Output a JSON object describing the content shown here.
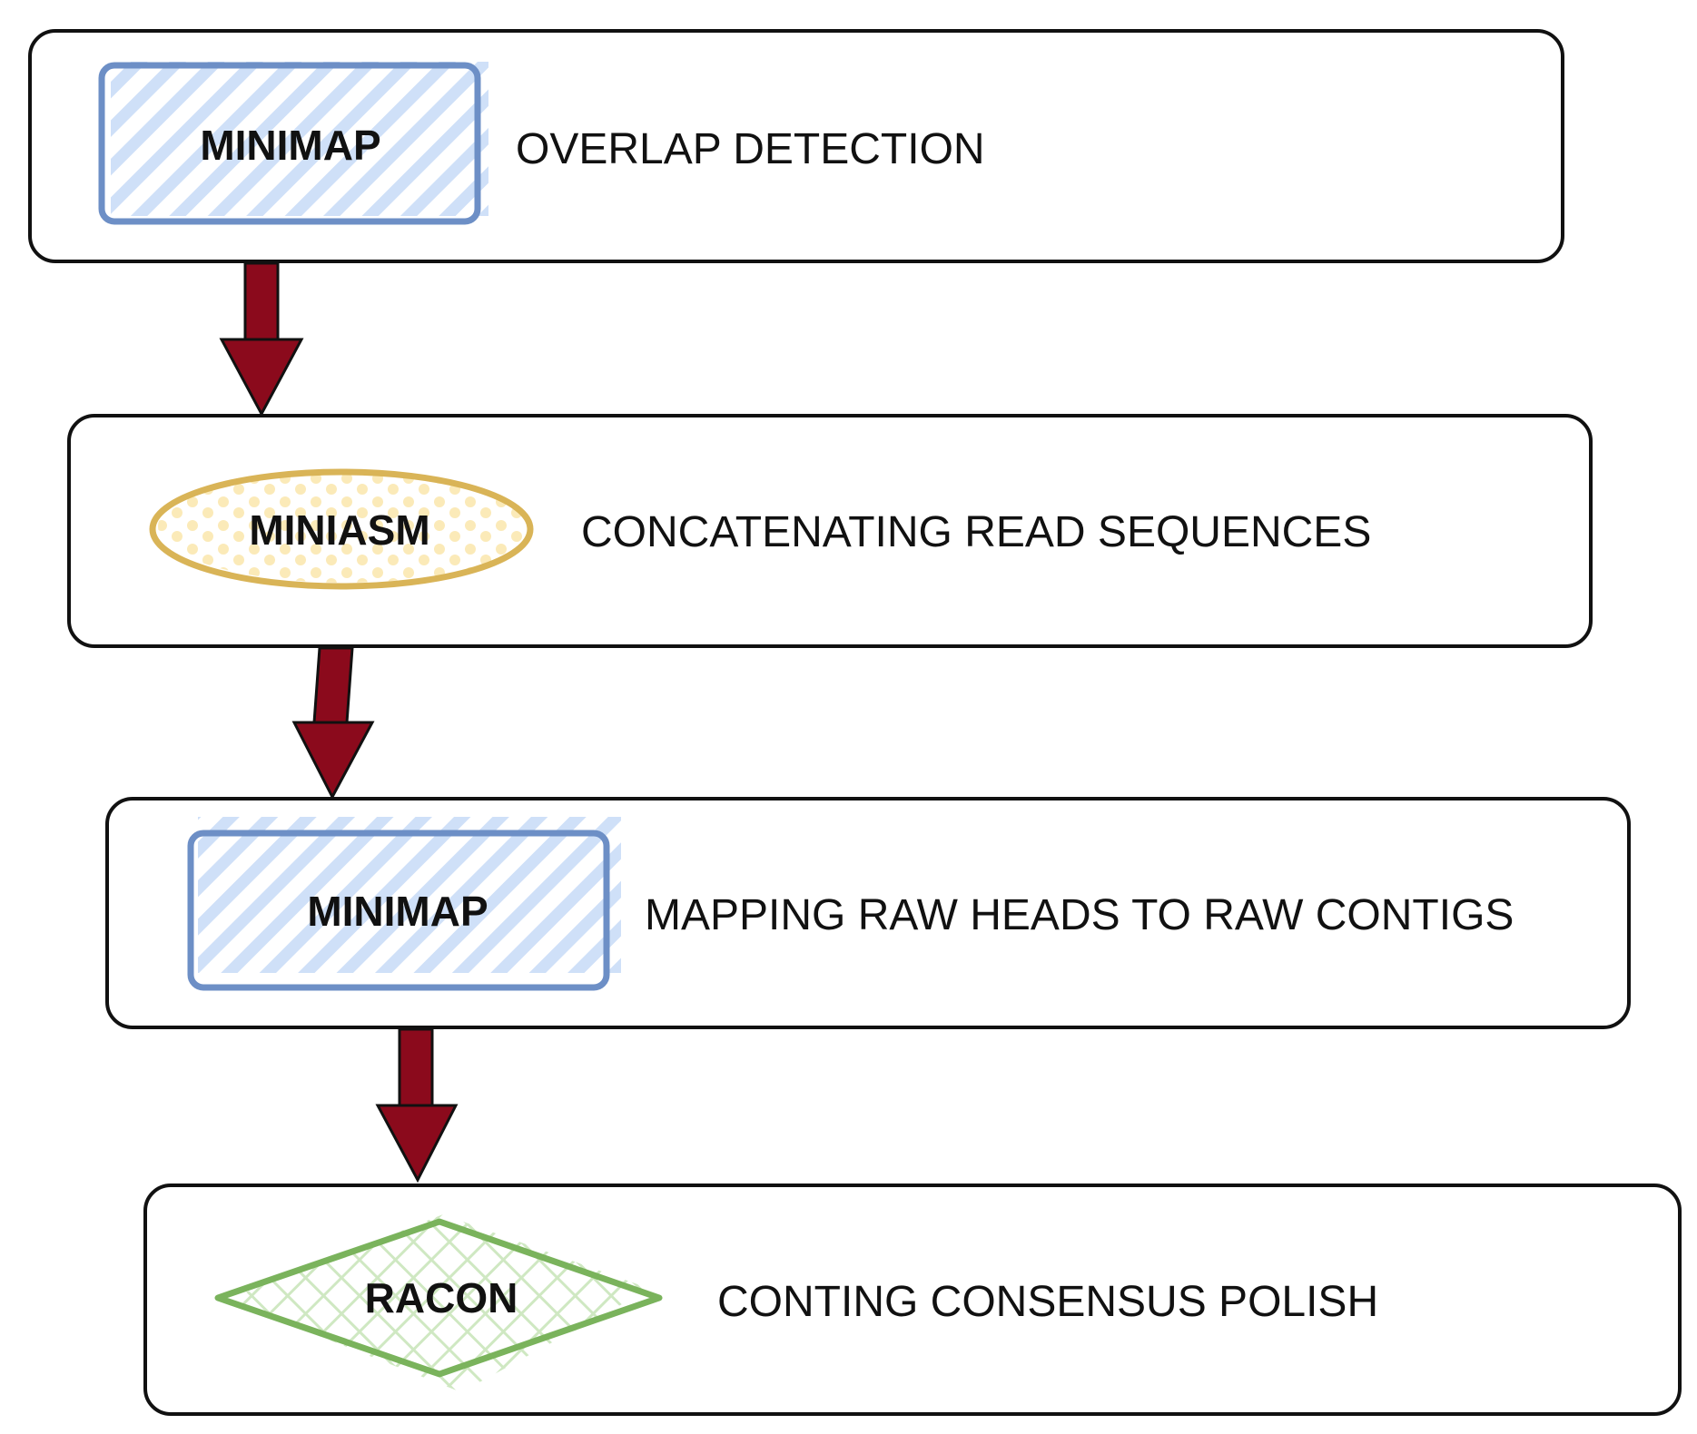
{
  "steps": [
    {
      "tool": "MINIMAP",
      "shape": "rectangle",
      "description": "OVERLAP DETECTION"
    },
    {
      "tool": "MINIASM",
      "shape": "ellipse",
      "description": "CONCATENATING READ SEQUENCES"
    },
    {
      "tool": "MINIMAP",
      "shape": "rectangle",
      "description": "MAPPING RAW HEADS TO RAW CONTIGS"
    },
    {
      "tool": "RACON",
      "shape": "diamond",
      "description": "CONTING CONSENSUS POLISH"
    }
  ],
  "colors": {
    "box_stroke": "#111111",
    "arrow_fill": "#8b0a1c",
    "minimap_stroke": "#6d8fc6",
    "minimap_fill": "#cfe0f8",
    "miniasm_stroke": "#d9b457",
    "miniasm_fill": "#fbeab8",
    "racon_stroke": "#7ab35c",
    "racon_fill": "#cfe8c2"
  }
}
